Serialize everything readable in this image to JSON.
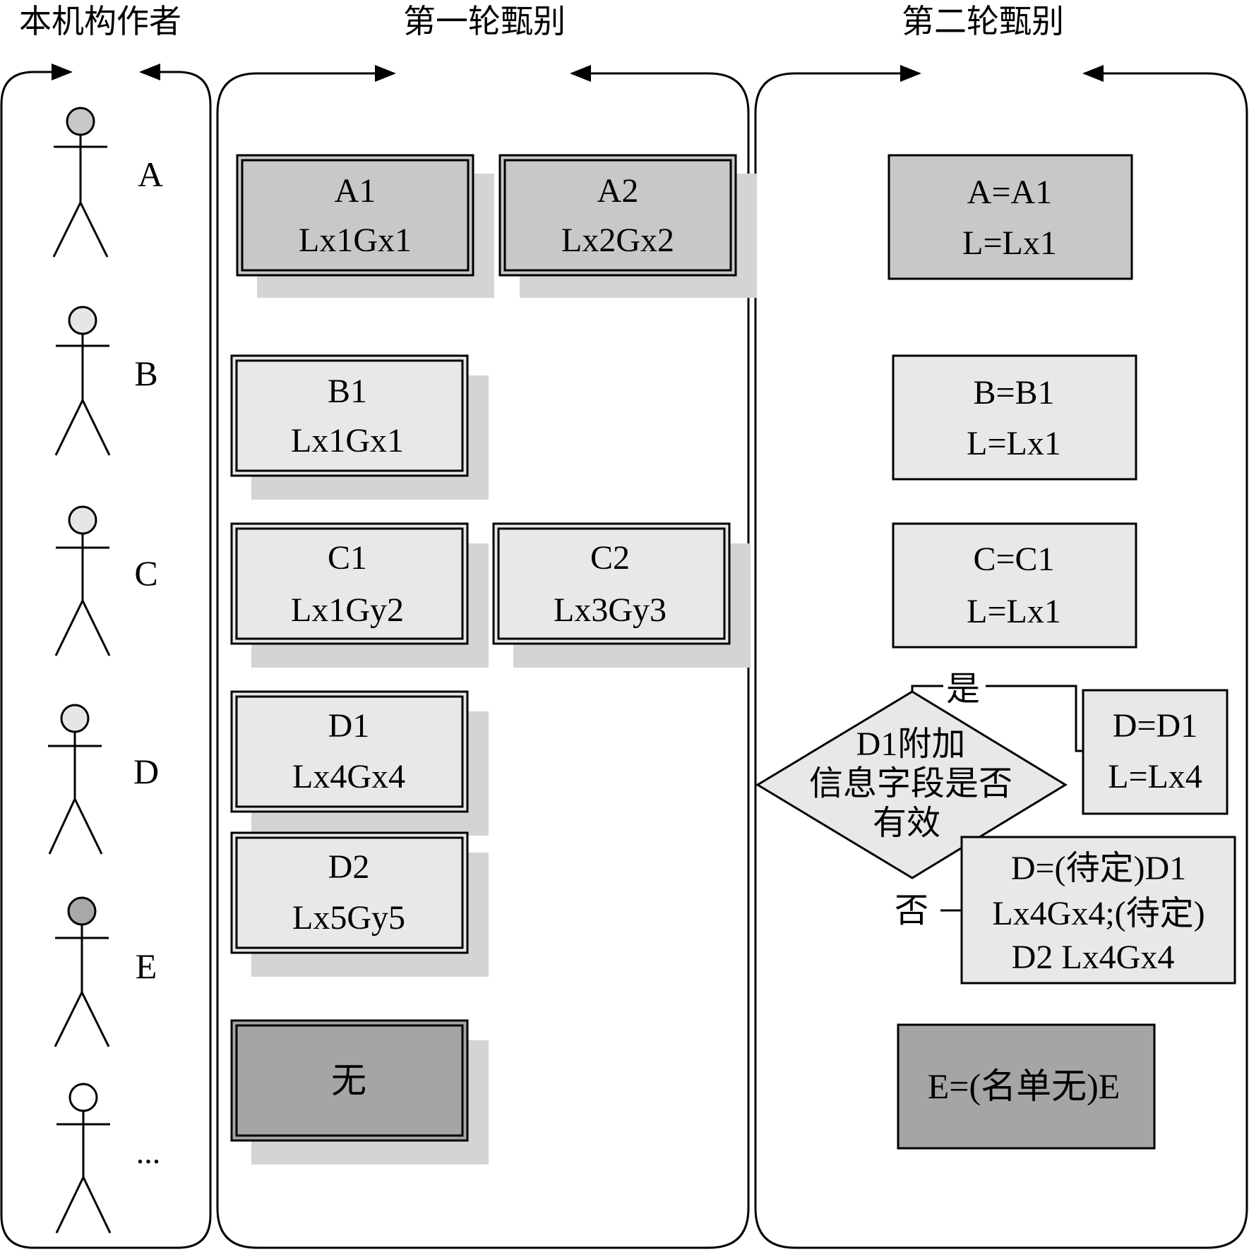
{
  "headers": {
    "authors": "本机构作者",
    "round1": "第一轮甄别",
    "round2": "第二轮甄别"
  },
  "authors": [
    {
      "label": "A",
      "head_color": "#c8c8c8"
    },
    {
      "label": "B",
      "head_color": "#e6e6e6"
    },
    {
      "label": "C",
      "head_color": "#e6e6e6"
    },
    {
      "label": "D",
      "head_color": "#e6e6e6"
    },
    {
      "label": "E",
      "head_color": "#a8a8a8"
    },
    {
      "label": "...",
      "head_color": "#ffffff"
    }
  ],
  "round1_boxes": {
    "a1": {
      "line1": "A1",
      "line2": "Lx1Gx1"
    },
    "a2": {
      "line1": "A2",
      "line2": "Lx2Gx2"
    },
    "b1": {
      "line1": "B1",
      "line2": "Lx1Gx1"
    },
    "c1": {
      "line1": "C1",
      "line2": "Lx1Gy2"
    },
    "c2": {
      "line1": "C2",
      "line2": "Lx3Gy3"
    },
    "d1": {
      "line1": "D1",
      "line2": "Lx4Gx4"
    },
    "d2": {
      "line1": "D2",
      "line2": "Lx5Gy5"
    },
    "e": {
      "line1": "无"
    }
  },
  "round2_boxes": {
    "a": {
      "line1": "A=A1",
      "line2": "L=Lx1"
    },
    "b": {
      "line1": "B=B1",
      "line2": "L=Lx1"
    },
    "c": {
      "line1": "C=C1",
      "line2": "L=Lx1"
    },
    "d_yes": {
      "line1": "D=D1",
      "line2": "L=Lx4"
    },
    "d_no": {
      "line1": "D=(待定)D1",
      "line2": "Lx4Gx4;(待定)",
      "line3": "D2 Lx4Gx4"
    },
    "e": {
      "line1": "E=(名单无)E"
    }
  },
  "decision": {
    "line1": "D1附加",
    "line2": "信息字段是否",
    "line3": "有效",
    "yes_label": "是",
    "no_label": "否"
  },
  "colors": {
    "box_dark": "#c8c8c8",
    "box_light": "#e8e8e8",
    "box_darkest": "#a5a5a5",
    "shadow": "#d4d4d4"
  }
}
